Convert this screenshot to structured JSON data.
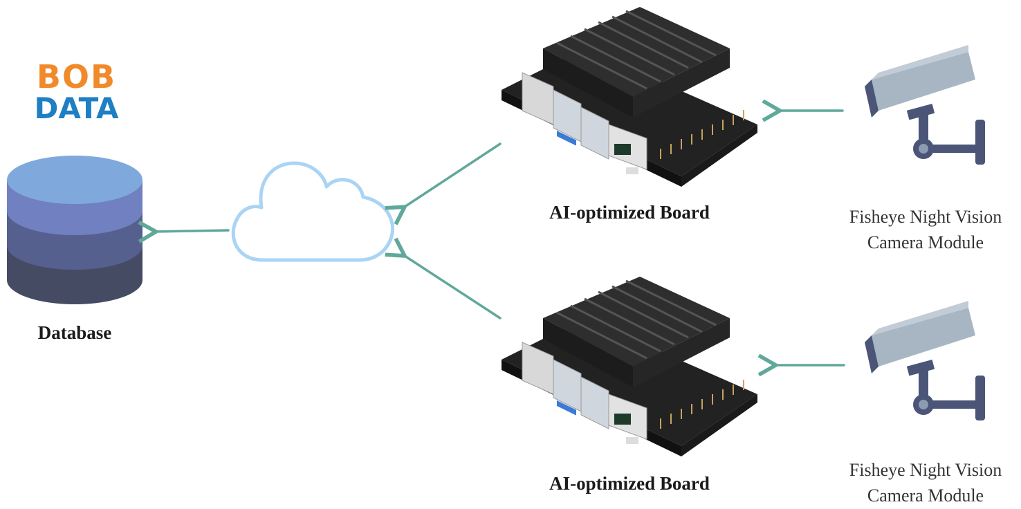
{
  "logo": {
    "line1": "BOB",
    "line2": "DATA"
  },
  "database": {
    "label": "Database"
  },
  "boards": [
    {
      "label": "AI-optimized Board"
    },
    {
      "label": "AI-optimized Board"
    }
  ],
  "cameras": [
    {
      "line1": "Fisheye Night Vision",
      "line2": "Camera Module"
    },
    {
      "line1": "Fisheye Night Vision",
      "line2": "Camera Module"
    }
  ],
  "colors": {
    "arrow": "#5fa89a",
    "cloud": "#a9d4f5",
    "logo_orange": "#f08a2a",
    "logo_blue": "#1e7fc4",
    "db_top": "#7fa9dc",
    "db_band1": "#7180c0",
    "db_band2": "#56608e",
    "db_band3": "#454b63",
    "camera_body": "#a8b6c3",
    "camera_dark": "#4a5578"
  }
}
